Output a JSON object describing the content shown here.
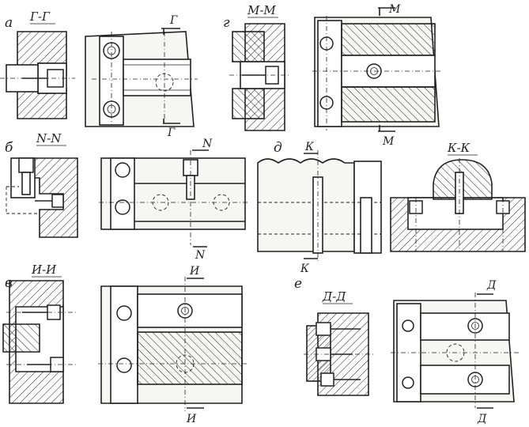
{
  "figure": {
    "panels": [
      {
        "id": "a",
        "letter": "а",
        "section": "Г-Г",
        "marks": [
          "Г",
          "Г"
        ]
      },
      {
        "id": "g",
        "letter": "г",
        "section": "М-М",
        "marks": [
          "М",
          "М"
        ]
      },
      {
        "id": "b",
        "letter": "б",
        "section": "N-N",
        "marks": [
          "N",
          "N"
        ]
      },
      {
        "id": "d",
        "letter": "д",
        "section": "К-К",
        "marks": [
          "К",
          "К"
        ]
      },
      {
        "id": "v",
        "letter": "в",
        "section": "И-И",
        "marks": [
          "И",
          "И"
        ]
      },
      {
        "id": "e",
        "letter": "е",
        "section": "Д-Д",
        "marks": [
          "Д",
          "Д"
        ]
      }
    ]
  }
}
